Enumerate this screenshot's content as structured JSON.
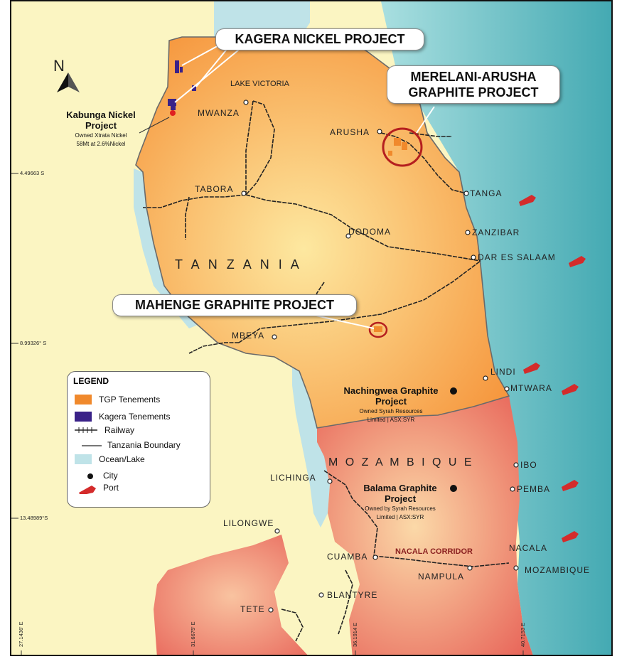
{
  "compass": {
    "label": "N"
  },
  "callouts": {
    "kagera": "KAGERA NICKEL PROJECT",
    "merelani_1": "MERELANI-ARUSHA",
    "merelani_2": "GRAPHITE PROJECT",
    "mahenge": "MAHENGE GRAPHITE PROJECT"
  },
  "projects": {
    "kabunga": {
      "title_1": "Kabunga Nickel",
      "title_2": "Project",
      "sub_1": "Owned Xtrata Nickel",
      "sub_2": "58Mt at 2.6%Nickel"
    },
    "nachingwea": {
      "title_1": "Nachingwea Graphite",
      "title_2": "Project",
      "sub_1": "Owned Syrah Resources",
      "sub_2": "Limited | ASX:SYR"
    },
    "balama": {
      "title_1": "Balama Graphite",
      "title_2": "Project",
      "sub_1": "Owned by Syrah Resources",
      "sub_2": "Limited | ASX:SYR"
    }
  },
  "countries": {
    "tanzania": "T A N Z A N I A",
    "mozambique": "M O Z A M B I Q U E"
  },
  "places": {
    "lake_victoria": "LAKE VICTORIA",
    "mwanza": "MWANZA",
    "arusha": "ARUSHA",
    "tabora": "TABORA",
    "tanga": "TANGA",
    "dodoma": "DODOMA",
    "zanzibar": "ZANZIBAR",
    "dar": "DAR ES SALAAM",
    "mbeya": "MBEYA",
    "lindi": "LINDI",
    "mtwara": "MTWARA",
    "ibo": "IBO",
    "pemba": "PEMBA",
    "lichinga": "LICHINGA",
    "lilongwe": "LILONGWE",
    "cuamba": "CUAMBA",
    "nacala_corridor": "NACALA CORRIDOR",
    "nacala": "NACALA",
    "nampula": "NAMPULA",
    "mozambique_port": "MOZAMBIQUE",
    "blantyre": "BLANTYRE",
    "tete": "TETE"
  },
  "coords": {
    "lat_1": "4.49663  S",
    "lat_2": "8.99326° S",
    "lat_3": "13.48989°S",
    "lon_1": "27.1436' E",
    "lon_2": "31.6675' E",
    "lon_3": "36.1914  E",
    "lon_4": "40.7153  E"
  },
  "legend": {
    "title": "LEGEND",
    "items": [
      {
        "label": "TGP Tenements",
        "color": "#f0892c"
      },
      {
        "label": "Kagera Tenements",
        "color": "#3a2288"
      },
      {
        "label": "Railway"
      },
      {
        "label": "Tanzania Boundary"
      },
      {
        "label": "Ocean/Lake",
        "color": "#bfe3e8"
      },
      {
        "label": "City"
      },
      {
        "label": "Port",
        "color": "#d42b2b"
      }
    ]
  },
  "colors": {
    "ocean": "#5cb8bd",
    "land": "#fbf6c6",
    "tanzania": "#f7a04d",
    "mozambique": "#ec7d6a",
    "port": "#d42b2b",
    "tgp": "#f0892c",
    "kagera": "#3a2288"
  }
}
